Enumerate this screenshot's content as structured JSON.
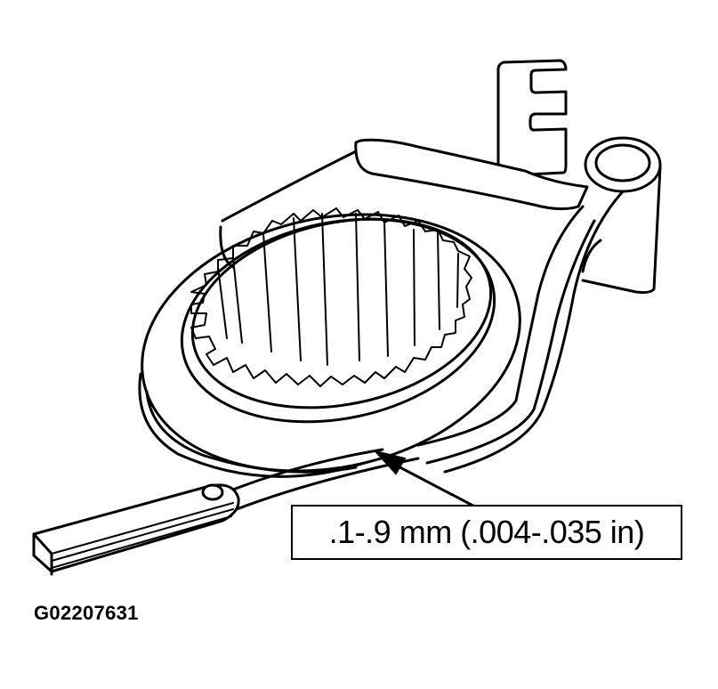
{
  "figure": {
    "id": "G02207631",
    "subject": "shift fork to synchronizer sleeve clearance check with feeler gauge",
    "callout": {
      "text": ".1-.9 mm (.004-.035 in)",
      "points_to": "gap between shift fork pad and sleeve groove"
    },
    "components": [
      {
        "name": "shift-rail-tab",
        "label": ""
      },
      {
        "name": "shift-fork",
        "label": ""
      },
      {
        "name": "synchronizer-sleeve",
        "label": ""
      },
      {
        "name": "feeler-gauge",
        "label": ""
      }
    ],
    "colors": {
      "line": "#000000",
      "background": "#ffffff"
    }
  }
}
